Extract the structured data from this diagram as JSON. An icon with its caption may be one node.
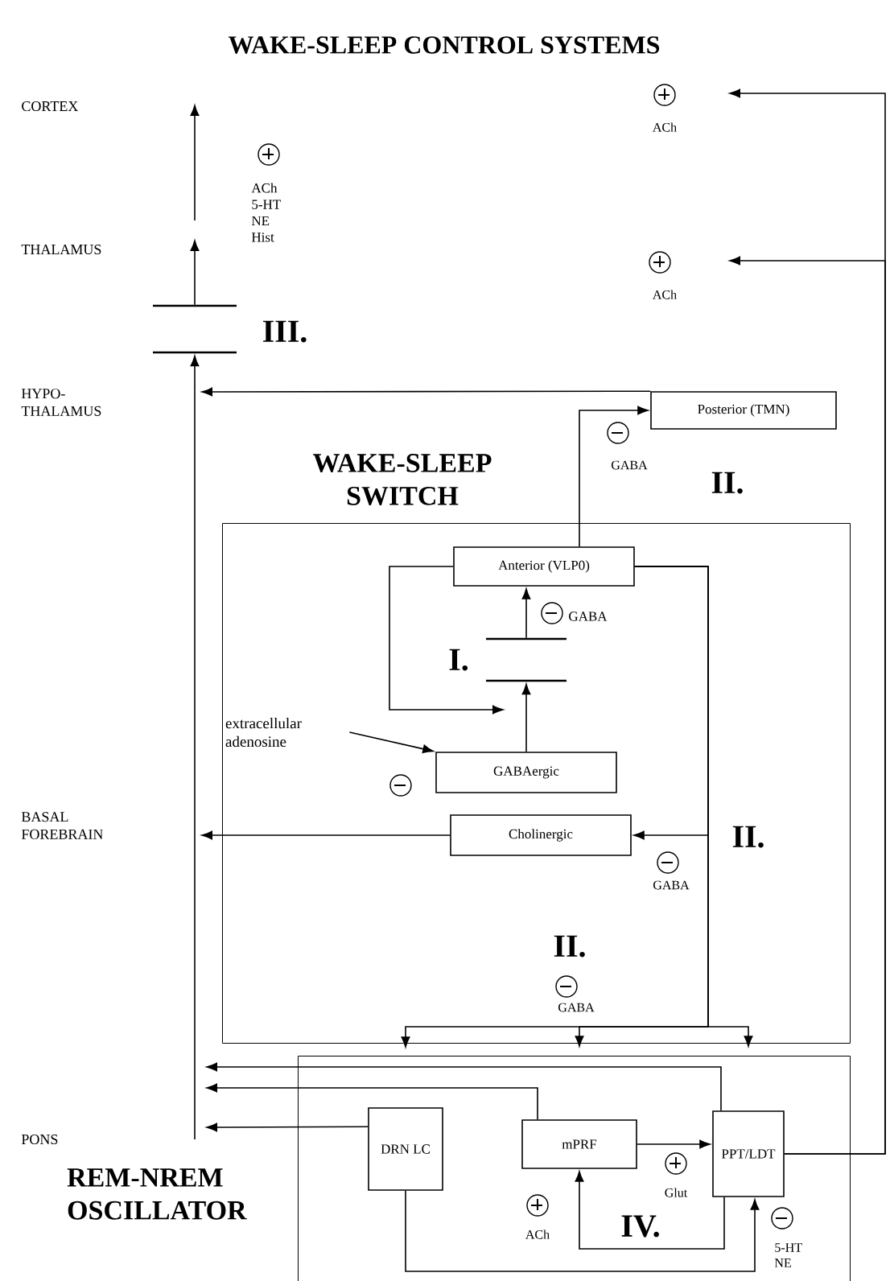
{
  "diagram": {
    "title": "WAKE-SLEEP CONTROL SYSTEMS",
    "nodes": [
      {
        "text": [],
        "shape": "bar"
      },
      {
        "text": [],
        "shape": "bar"
      },
      {
        "text": [
          "Posterior (TMN)"
        ]
      },
      {
        "text": [
          "WAKE-SLEEP SWITCH"
        ]
      },
      {
        "text": [
          "Anterior (VLP0)"
        ],
        "in": 3
      },
      {
        "text": [],
        "shape": "bar",
        "in": 3
      },
      {
        "text": [],
        "shape": "bar",
        "in": 3
      },
      {
        "text": [
          "extracellular adenosine"
        ],
        "in": 3
      },
      {
        "text": [
          "GABAergic"
        ],
        "in": 3
      },
      {
        "text": [
          "Cholinergic"
        ],
        "in": 3
      },
      {
        "text": [
          "REM-NREM OSCILLATOR"
        ]
      },
      {
        "text": [
          "DRN LC"
        ],
        "in": 10
      },
      {
        "text": [
          "mPRF"
        ],
        "in": 10
      },
      {
        "text": [
          "PPT/LDT"
        ],
        "in": 10
      }
    ],
    "edges": [
      {
        "from": null,
        "to": 1,
        "arrow": "to"
      },
      {
        "from": 0,
        "to": null,
        "arrow": "to"
      },
      {
        "from": 2,
        "to": null,
        "arrow": "to"
      },
      {
        "from": 4,
        "to": 2,
        "arrow": "to"
      },
      {
        "from": 5,
        "to": 4,
        "arrow": "to"
      },
      {
        "from": 8,
        "to": 6,
        "arrow": "to"
      },
      {
        "from": 4,
        "to": null,
        "arrow": "to"
      },
      {
        "from": 7,
        "to": 8,
        "arrow": "to"
      },
      {
        "from": 9,
        "to": null,
        "arrow": "to"
      },
      {
        "from": 4,
        "to": 9,
        "arrow": "to"
      },
      {
        "from": 4,
        "to": 11,
        "arrow": "to"
      },
      {
        "from": 4,
        "to": 12,
        "arrow": "to"
      },
      {
        "from": 4,
        "to": 13,
        "arrow": "to"
      },
      {
        "from": 11,
        "to": null,
        "arrow": "to"
      },
      {
        "from": 12,
        "to": null,
        "arrow": "to"
      },
      {
        "from": 13,
        "to": null,
        "arrow": "to"
      },
      {
        "from": 12,
        "to": 13,
        "arrow": "to"
      },
      {
        "from": 13,
        "to": 12,
        "arrow": "to"
      },
      {
        "from": 11,
        "to": 13,
        "arrow": "to"
      },
      {
        "from": 13,
        "to": null,
        "arrow": "to"
      },
      {
        "from": 13,
        "to": null,
        "arrow": "to"
      }
    ],
    "labels": [
      "CORTEX",
      "ACh",
      "ACh 5-HT NE Hist",
      "THALAMUS",
      "ACh",
      "III.",
      "HYPO-THALAMUS",
      "GABA",
      "II.",
      "GABA",
      "I.",
      "BASAL FOREBRAIN",
      "II.",
      "GABA",
      "II.",
      "GABA",
      "PONS",
      "Glut",
      "ACh",
      "IV.",
      "5-HT NE"
    ]
  }
}
